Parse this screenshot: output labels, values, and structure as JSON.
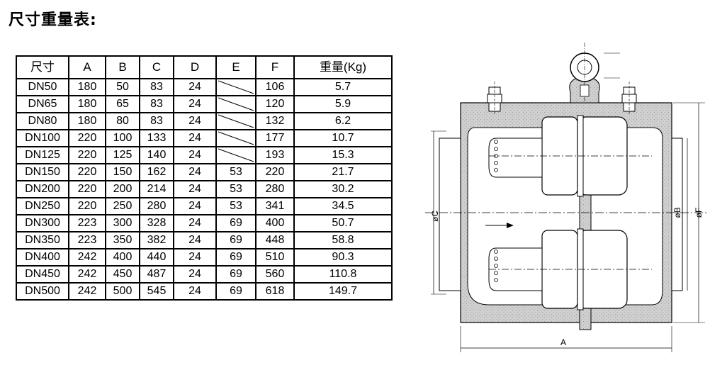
{
  "title": "尺寸重量表:",
  "table": {
    "headers": [
      "尺寸",
      "A",
      "B",
      "C",
      "D",
      "E",
      "F",
      "重量(Kg)"
    ],
    "rows": [
      {
        "size": "DN50",
        "a": "180",
        "b": "50",
        "c": "83",
        "d": "24",
        "e": "",
        "f": "106",
        "w": "5.7"
      },
      {
        "size": "DN65",
        "a": "180",
        "b": "65",
        "c": "83",
        "d": "24",
        "e": "",
        "f": "120",
        "w": "5.9"
      },
      {
        "size": "DN80",
        "a": "180",
        "b": "80",
        "c": "83",
        "d": "24",
        "e": "",
        "f": "132",
        "w": "6.2"
      },
      {
        "size": "DN100",
        "a": "220",
        "b": "100",
        "c": "133",
        "d": "24",
        "e": "",
        "f": "177",
        "w": "10.7"
      },
      {
        "size": "DN125",
        "a": "220",
        "b": "125",
        "c": "140",
        "d": "24",
        "e": "",
        "f": "193",
        "w": "15.3"
      },
      {
        "size": "DN150",
        "a": "220",
        "b": "150",
        "c": "162",
        "d": "24",
        "e": "53",
        "f": "220",
        "w": "21.7"
      },
      {
        "size": "DN200",
        "a": "220",
        "b": "200",
        "c": "214",
        "d": "24",
        "e": "53",
        "f": "280",
        "w": "30.2"
      },
      {
        "size": "DN250",
        "a": "220",
        "b": "250",
        "c": "280",
        "d": "24",
        "e": "53",
        "f": "341",
        "w": "34.5"
      },
      {
        "size": "DN300",
        "a": "223",
        "b": "300",
        "c": "328",
        "d": "24",
        "e": "69",
        "f": "400",
        "w": "50.7"
      },
      {
        "size": "DN350",
        "a": "223",
        "b": "350",
        "c": "382",
        "d": "24",
        "e": "69",
        "f": "448",
        "w": "58.8"
      },
      {
        "size": "DN400",
        "a": "242",
        "b": "400",
        "c": "440",
        "d": "24",
        "e": "69",
        "f": "510",
        "w": "90.3"
      },
      {
        "size": "DN450",
        "a": "242",
        "b": "450",
        "c": "487",
        "d": "24",
        "e": "69",
        "f": "560",
        "w": "110.8"
      },
      {
        "size": "DN500",
        "a": "242",
        "b": "500",
        "c": "545",
        "d": "24",
        "e": "69",
        "f": "618",
        "w": "149.7"
      }
    ]
  },
  "drawing": {
    "label_a": "A",
    "label_b": "øB",
    "label_c": "øC",
    "label_f": "øF"
  }
}
